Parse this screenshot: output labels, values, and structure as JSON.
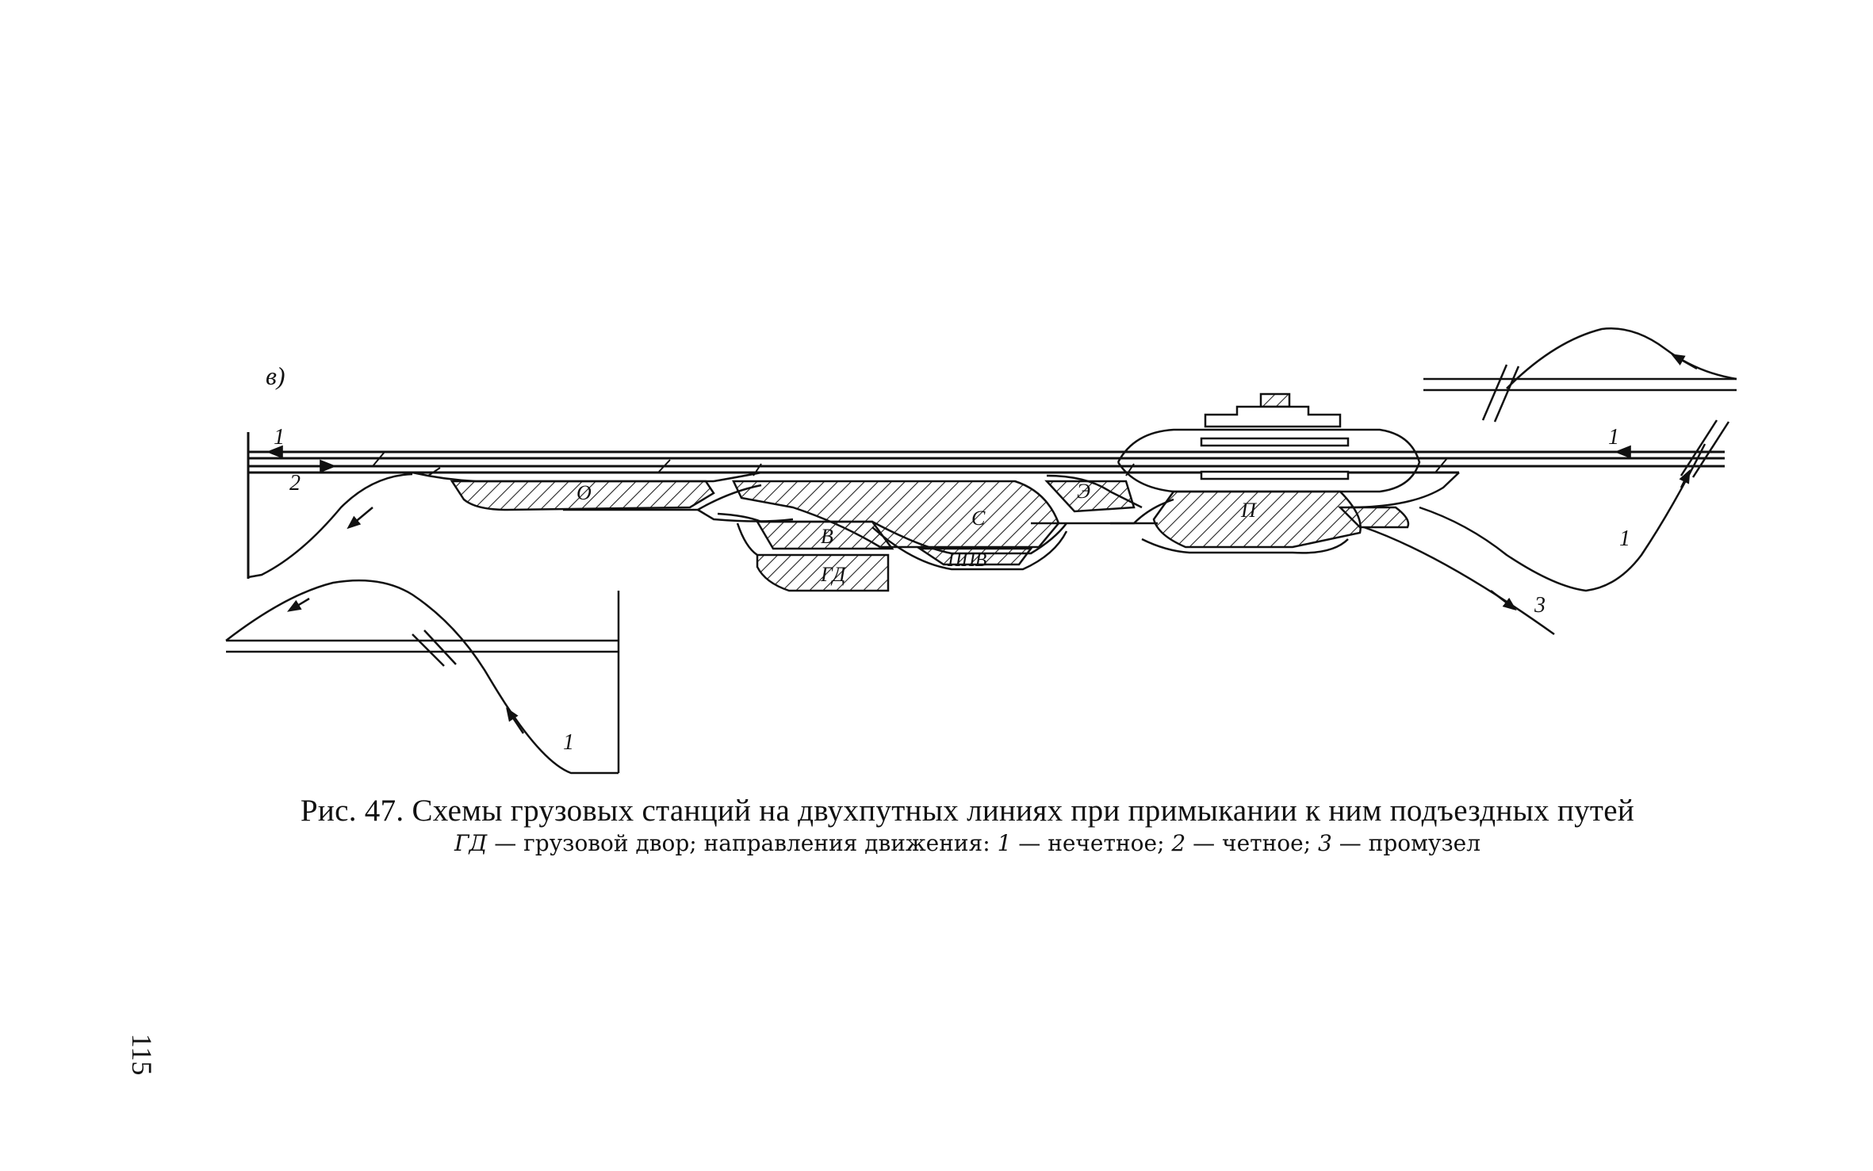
{
  "diagram": {
    "panel_label": "в)",
    "direction_labels": {
      "left_top": "1",
      "left_bottom": "2",
      "right_top": "1",
      "right_curve": "1",
      "right_exit": "3",
      "bottom_left_curve": "1"
    },
    "zone_labels": {
      "o": "О",
      "e": "Э",
      "s": "С",
      "v": "В",
      "ppv": "ППВ",
      "gd": "ГД",
      "p": "П"
    }
  },
  "caption": {
    "title": "Рис. 47. Схемы грузовых станций на двухпутных линиях при примыкании к ним подъездных путей",
    "legend_prefix": "ГД",
    "legend_text": " — грузовой двор; направления движения: ",
    "dir1_num": "1",
    "dir1_text": " — нечетное; ",
    "dir2_num": "2",
    "dir2_text": " — четное; ",
    "dir3_num": "3",
    "dir3_text": " — промузел"
  },
  "page_number": "115"
}
